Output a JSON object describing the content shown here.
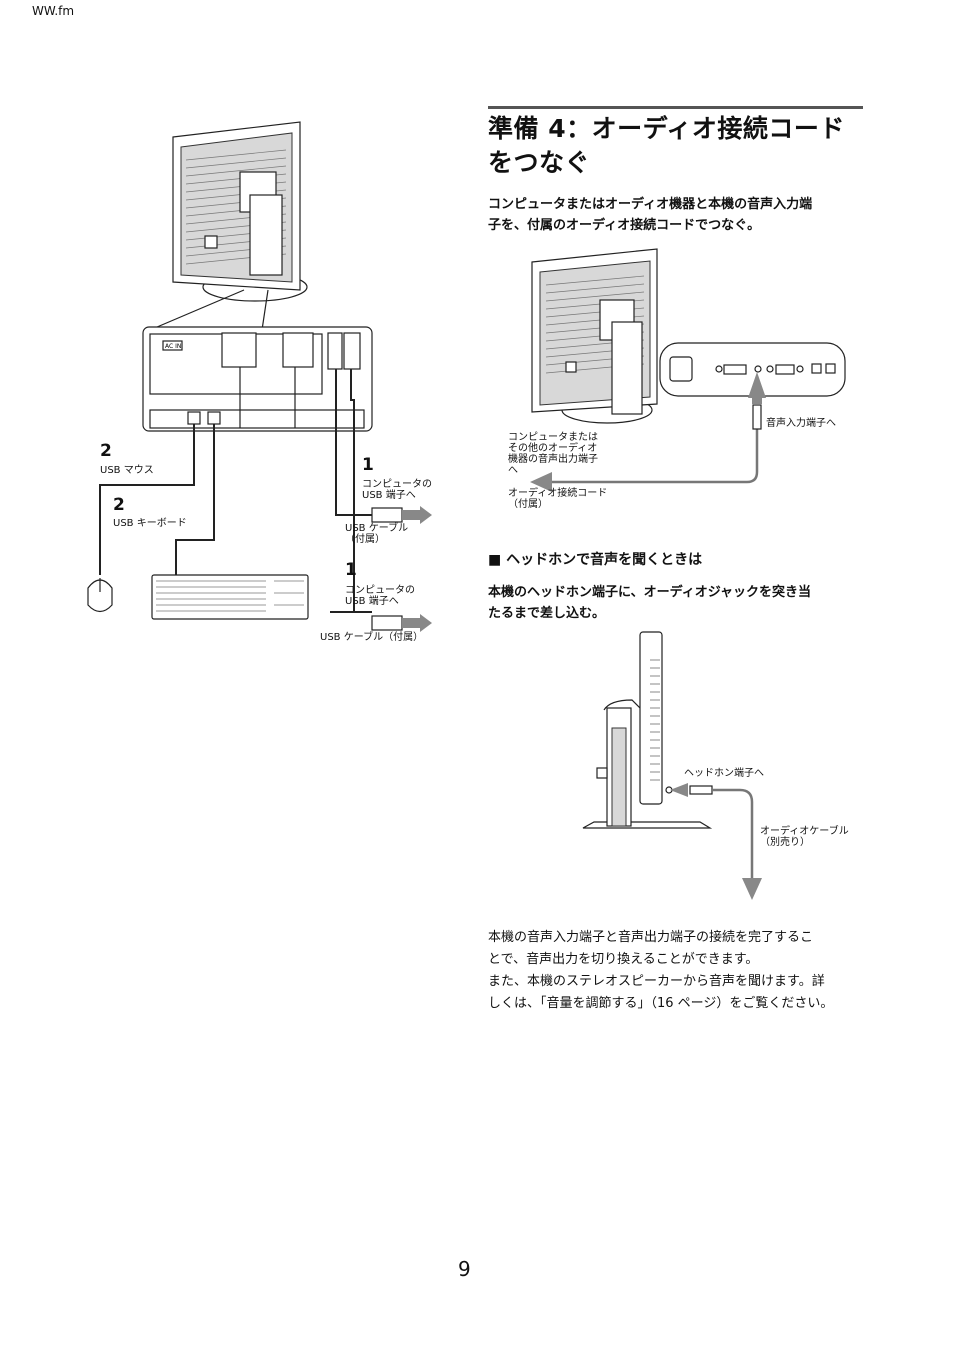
{
  "file_label": "WW.fm",
  "heading": {
    "line1": "準備 4：オーディオ接続コード",
    "line2": "をつなぐ"
  },
  "intro": {
    "line1": "コンピュータまたはオーディオ機器と本機の音声入力端",
    "line2": "子を、付属のオーディオ接続コードでつなぐ。"
  },
  "sub_heading": "■  ヘッドホンで音声を聞くときは",
  "sub_intro": {
    "line1": "本機のヘッドホン端子に、オーディオジャックを突き当",
    "line2": "たるまで差し込む。"
  },
  "body": {
    "line1": "本機の音声入力端子と音声出力端子の接続を完了するこ",
    "line2": "とで、音声出力を切り換えることができます。",
    "line3": "また、本機のステレオスピーカーから音声を聞けます。詳",
    "line4": "しくは、「音量を調節する」（16 ページ）をご覧ください。"
  },
  "page_number": "9",
  "left_figure": {
    "ac_in": "AC IN",
    "steps": [
      {
        "num": "2",
        "label": "USB マウス"
      },
      {
        "num": "2",
        "label": "USB キーボード"
      },
      {
        "num": "1",
        "label_line1": "コンピュータの",
        "label_line2": "USB 端子へ"
      },
      {
        "num": "1",
        "label_line1": "コンピュータの",
        "label_line2": "USB 端子へ"
      }
    ],
    "cable1": {
      "line1": "USB ケーブル",
      "line2": "（付属）"
    },
    "cable2": "USB ケーブル（付属）"
  },
  "audio_figure": {
    "input_label": "音声入力端子へ",
    "source": {
      "line1": "コンピュータまたは",
      "line2": "その他のオーディオ",
      "line3": "機器の音声出力端子",
      "line4": "へ"
    },
    "cord": {
      "line1": "オーディオ接続コード",
      "line2": "（付属）"
    }
  },
  "headphone_figure": {
    "jack_label": "ヘッドホン端子へ",
    "cable": {
      "line1": "オーディオケーブル",
      "line2": "（別売り）"
    }
  }
}
